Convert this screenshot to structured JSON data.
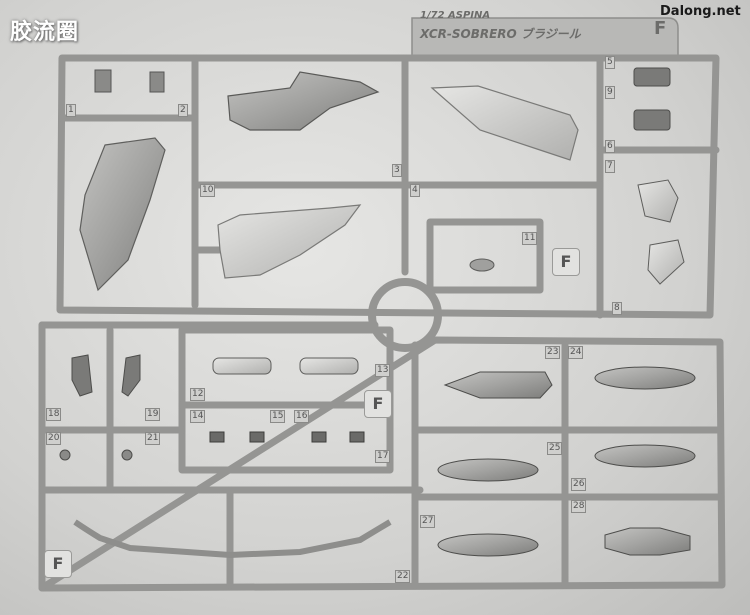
{
  "watermark_left": "胶流圈",
  "watermark_right": "Dalong.net",
  "tag": {
    "scale_line": "1/72 ASPINA",
    "name_line": "XCR-SOBRERO ブラジール",
    "letter": "F"
  },
  "runner_letter_marks": [
    "F",
    "F",
    "F"
  ],
  "part_numbers": [
    "1",
    "2",
    "3",
    "4",
    "5",
    "6",
    "7",
    "8",
    "9",
    "10",
    "11",
    "12",
    "13",
    "14",
    "15",
    "16",
    "17",
    "18",
    "19",
    "20",
    "21",
    "22",
    "23",
    "24",
    "25",
    "26",
    "27",
    "28"
  ],
  "colors": {
    "plastic": "#a8a8a6",
    "plastic_dark": "#6e6e6c",
    "background": "#d6d6d4"
  }
}
